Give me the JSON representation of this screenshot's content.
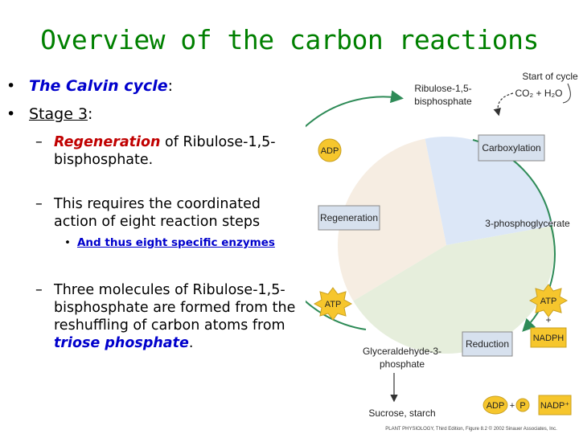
{
  "title": "Overview of the carbon reactions",
  "bullets": [
    {
      "label": "The Calvin cycle",
      "suffix": ":"
    },
    {
      "label": "Stage 3",
      "suffix": ":"
    }
  ],
  "sub1": {
    "em": "Regeneration",
    "rest1": " of  Ribulose-1,5-",
    "rest2": "bisphosphate."
  },
  "sub2": {
    "line1": "This requires the coordinated",
    "line2": "action of eight reaction steps"
  },
  "sub2_bullet": "And thus eight specific enzymes",
  "sub3": {
    "line1": "Three molecules of Ribulose-1,5-",
    "line2": "bisphosphate are formed from the",
    "line3": "reshuffling of carbon atoms from",
    "em": "triose phosphate",
    "end": "."
  },
  "diagram": {
    "start": "Start of cycle",
    "co2": "CO₂ + H₂O",
    "rubp1": "Ribulose-1,5-",
    "rubp2": "bisphosphate",
    "carboxylation": "Carboxylation",
    "pga": "3-phosphoglycerate",
    "regeneration": "Regeneration",
    "reduction": "Reduction",
    "g3p1": "Glyceraldehyde-3-",
    "g3p2": "phosphate",
    "sucrose": "Sucrose, starch",
    "adp": "ADP",
    "atp_left": "ATP",
    "atp_right": "ATP",
    "nadph": "NADPH",
    "plus": "+",
    "adp2": "ADP",
    "p": "P",
    "nadp": "NADP⁺",
    "credit": "PLANT PHYSIOLOGY, Third Edition, Figure 8.2  © 2002 Sinauer Associates, Inc."
  },
  "colors": {
    "title": "#008000",
    "region_top": "#dce7f7",
    "region_left": "#f6ede2",
    "region_bottom": "#e6eedc",
    "box_fill": "#d7e1ee",
    "cycle": "#2e8b57",
    "burst": "#f6c62d"
  }
}
